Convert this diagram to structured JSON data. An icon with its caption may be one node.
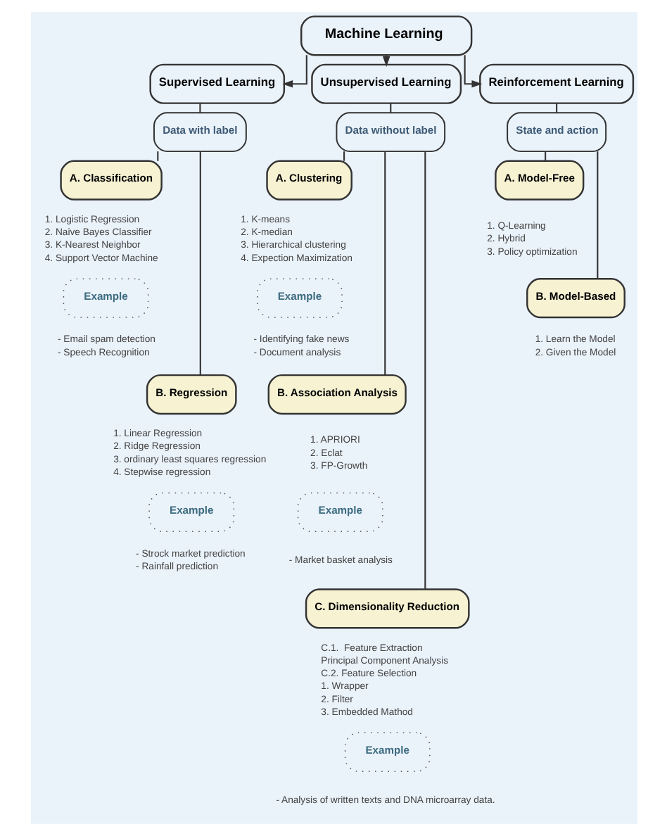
{
  "diagram": {
    "nodes": [
      {
        "text": [
          "Machine Learning"
        ]
      },
      {
        "text": [
          "Supervised Learning"
        ]
      },
      {
        "text": [
          "Unsupervised Learning"
        ]
      },
      {
        "text": [
          "Reinforcement Learning"
        ]
      },
      {
        "text": [
          "Data with label"
        ]
      },
      {
        "text": [
          "Data without label"
        ]
      },
      {
        "text": [
          "State and action"
        ]
      },
      {
        "text": [
          "A. Classification"
        ],
        "beside": [
          "1. Logistic Regression",
          "2. Naive Bayes Classifier",
          "3. K-Nearest Neighbor",
          "4. Support Vector Machine"
        ]
      },
      {
        "text": [
          "Example"
        ],
        "beside": [
          "- Email spam detection",
          "- Speech Recognition"
        ]
      },
      {
        "text": [
          "B. Regression"
        ],
        "beside": [
          "1. Linear Regression",
          "2. Ridge Regression",
          "3. ordinary least squares regression",
          "4. Stepwise regression"
        ]
      },
      {
        "text": [
          "Example"
        ],
        "beside": [
          "- Strock market prediction",
          "- Rainfall prediction"
        ]
      },
      {
        "text": [
          "A. Clustering"
        ],
        "beside": [
          "1. K-means",
          "2. K-median",
          "3. Hierarchical clustering",
          "4. Expection Maximization"
        ]
      },
      {
        "text": [
          "Example"
        ],
        "beside": [
          "- Identifying fake news",
          "- Document analysis"
        ]
      },
      {
        "text": [
          "B. Association Analysis"
        ],
        "beside": [
          "1. APRIORI",
          "2. Eclat",
          "3. FP-Growth"
        ]
      },
      {
        "text": [
          "Example"
        ],
        "beside": [
          "- Market basket analysis"
        ]
      },
      {
        "text": [
          "C. Dimensionality Reduction"
        ],
        "beside": [
          "C.1.  Feature Extraction",
          "Principal Component Analysis",
          "C.2. Feature Selection",
          "1. Wrapper",
          "2. Filter",
          "3. Embedded Mathod"
        ]
      },
      {
        "text": [
          "Example"
        ],
        "beside": [
          "- Analysis of written texts and DNA microarray data."
        ]
      },
      {
        "text": [
          "A. Model-Free"
        ],
        "beside": [
          "1. Q-Learning",
          "2. Hybrid",
          "3. Policy optimization"
        ]
      },
      {
        "text": [
          "B. Model-Based"
        ],
        "beside": [
          "1. Learn the Model",
          "2. Given the Model"
        ]
      }
    ],
    "edges": [
      {
        "from": 0,
        "to": 1,
        "arrow": "to"
      },
      {
        "from": 0,
        "to": 2,
        "arrow": "to"
      },
      {
        "from": 0,
        "to": 3,
        "arrow": "to"
      },
      {
        "from": 1,
        "to": 4,
        "arrow": "none"
      },
      {
        "from": 2,
        "to": 5,
        "arrow": "none"
      },
      {
        "from": 3,
        "to": 6,
        "arrow": "none"
      },
      {
        "from": 4,
        "to": 7,
        "arrow": "none"
      },
      {
        "from": 4,
        "to": 9,
        "arrow": "none"
      },
      {
        "from": 5,
        "to": 11,
        "arrow": "none"
      },
      {
        "from": 5,
        "to": 13,
        "arrow": "none"
      },
      {
        "from": 5,
        "to": 15,
        "arrow": "none"
      },
      {
        "from": 6,
        "to": 17,
        "arrow": "none"
      },
      {
        "from": 6,
        "to": 18,
        "arrow": "none"
      }
    ]
  }
}
